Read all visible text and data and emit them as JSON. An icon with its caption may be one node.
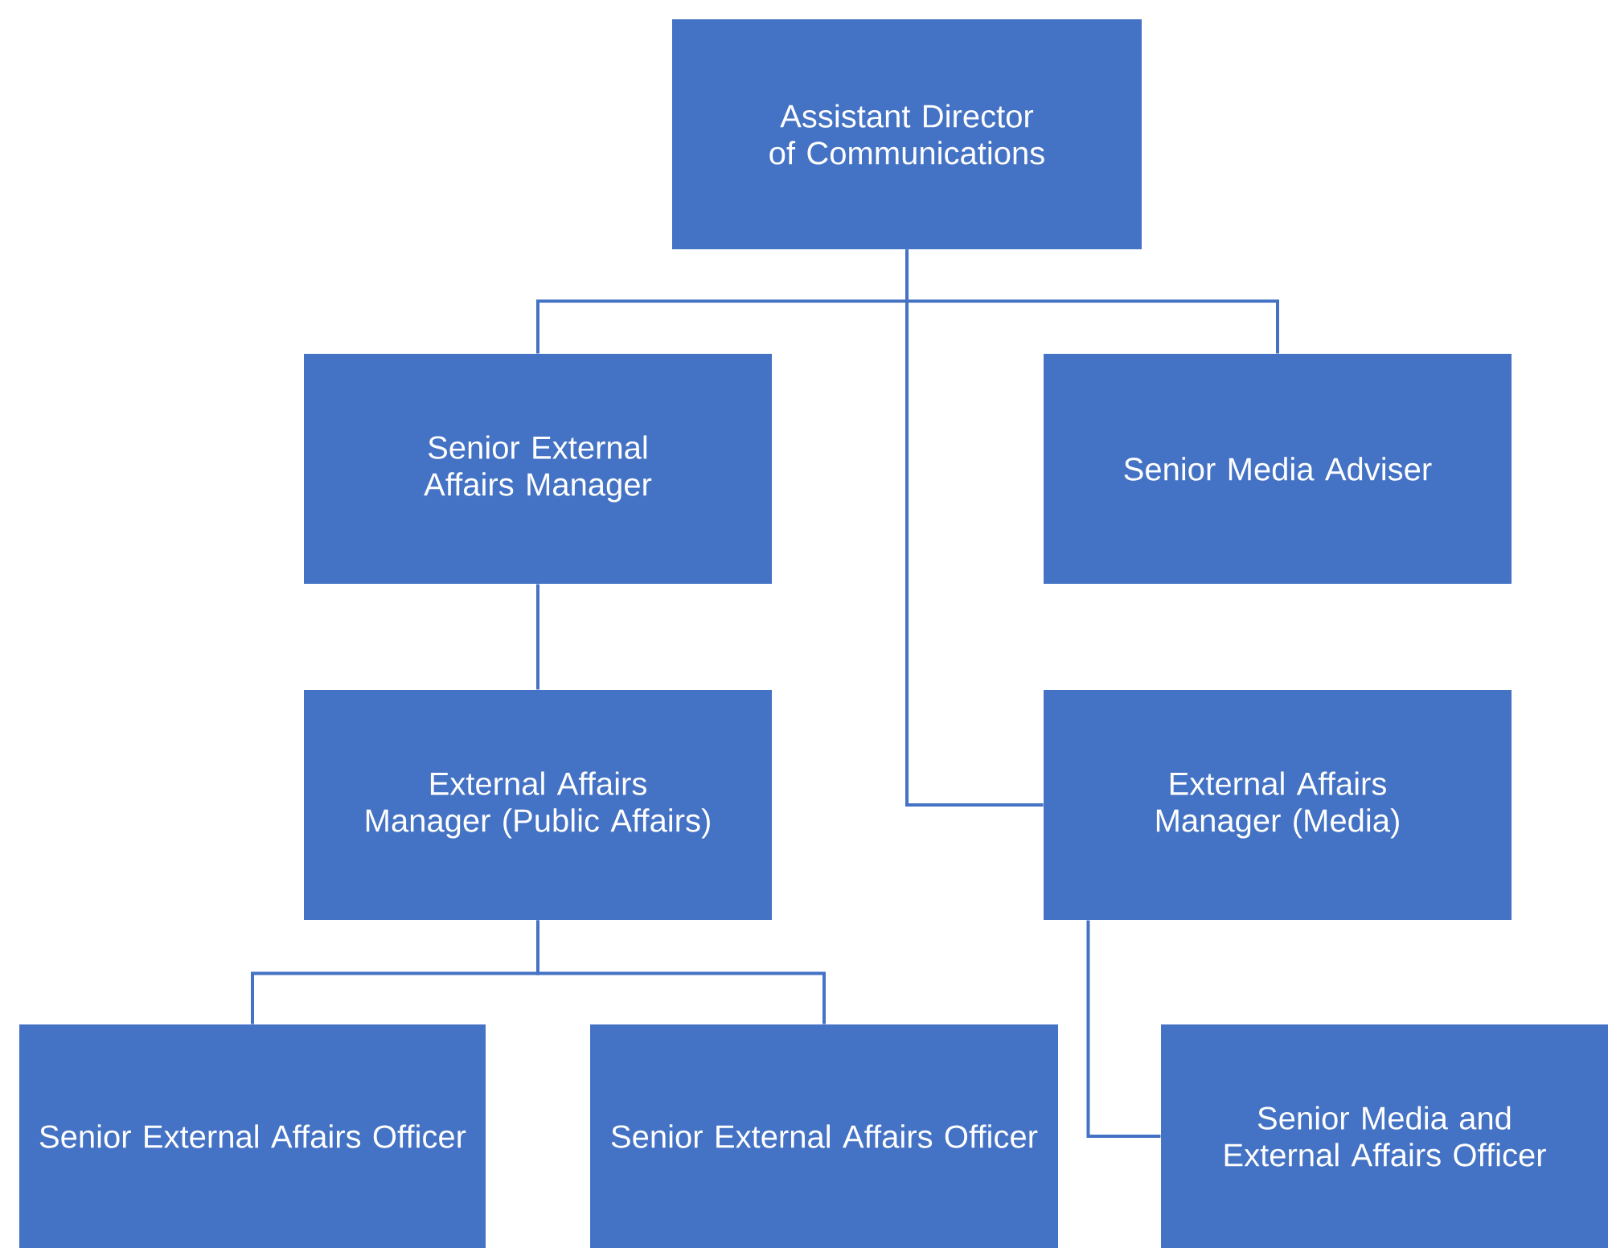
{
  "diagram": {
    "nodes": [
      {
        "text": [
          "Assistant Director of Communications"
        ]
      },
      {
        "text": [
          "Senior External Affairs Manager"
        ]
      },
      {
        "text": [
          "Senior Media Adviser"
        ]
      },
      {
        "text": [
          "External Affairs Manager (Public Affairs)"
        ]
      },
      {
        "text": [
          "External Affairs Manager (Media)"
        ]
      },
      {
        "text": [
          "Senior External Affairs Officer"
        ]
      },
      {
        "text": [
          "Senior External Affairs Officer"
        ]
      },
      {
        "text": [
          "Senior Media and External Affairs Officer"
        ]
      }
    ],
    "edges": [
      {
        "from": 0,
        "to": 1,
        "arrow": "none"
      },
      {
        "from": 0,
        "to": 2,
        "arrow": "none"
      },
      {
        "from": 0,
        "to": 4,
        "arrow": "none"
      },
      {
        "from": 1,
        "to": 3,
        "arrow": "none"
      },
      {
        "from": 3,
        "to": 5,
        "arrow": "none"
      },
      {
        "from": 3,
        "to": 6,
        "arrow": "none"
      },
      {
        "from": 4,
        "to": 7,
        "arrow": "none"
      }
    ]
  }
}
